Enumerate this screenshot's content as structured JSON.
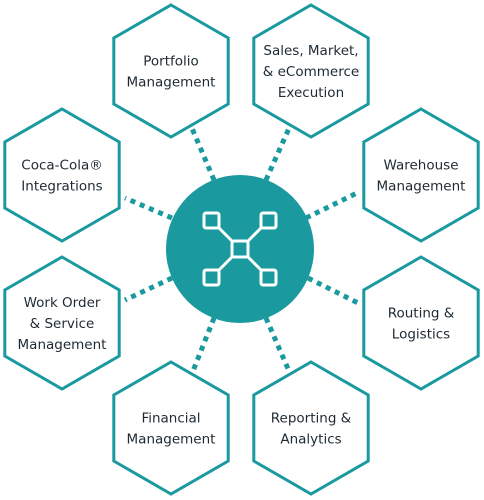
{
  "colors": {
    "accent": "#1a9a9f",
    "text": "#1e2a33",
    "background": "#ffffff"
  },
  "hub": {
    "icon": "network-nodes-icon"
  },
  "nodes": [
    {
      "id": "portfolio",
      "lines": [
        "Portfolio",
        "Management"
      ]
    },
    {
      "id": "sales",
      "lines": [
        "Sales, Market,",
        "& eCommerce",
        "Execution"
      ]
    },
    {
      "id": "warehouse",
      "lines": [
        "Warehouse",
        "Management"
      ]
    },
    {
      "id": "routing",
      "lines": [
        "Routing &",
        "Logistics"
      ]
    },
    {
      "id": "reporting",
      "lines": [
        "Reporting &",
        "Analytics"
      ]
    },
    {
      "id": "financial",
      "lines": [
        "Financial",
        "Management"
      ]
    },
    {
      "id": "workorder",
      "lines": [
        "Work Order",
        "& Service",
        "Management"
      ]
    },
    {
      "id": "cocacola",
      "lines": [
        "Coca-Cola®",
        "Integrations"
      ]
    }
  ]
}
